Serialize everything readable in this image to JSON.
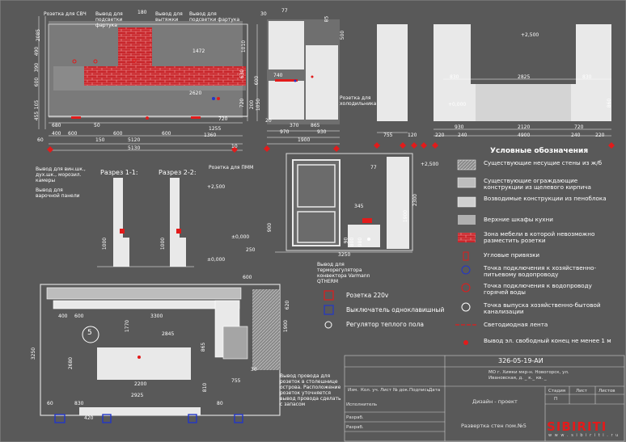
{
  "labels": {
    "rozetka_svch": "Розетка для СВЧ",
    "vyvod_podsvetki_fartuka_1": "Вывод для подсветки фартука",
    "vyvod_vytyazhki": "Вывод для вытяжки",
    "vyvod_podsvetki_fartuka_2": "Вывод для подсветки фартука",
    "rozetka_holodilnika": "Розетка для холодильника",
    "rozetka_pmm": "Розетка для ПММ",
    "vyvod_vin_shk": "Вывод для вин.шк., дух.шк., морозил. камеры",
    "vyvod_varochnoi": "Вывод для варочной панели",
    "razrez_1": "Разрез 1-1:",
    "razrez_2": "Разрез 2-2:",
    "vyvod_termoregulyatora": "Вывод для терморегулятора конвектора Varmann QTHERM",
    "vyvod_provoda": "Вывод провода для розеток в столешнице острова. Расположение розеток уточняется вывод провода сделать с запасом",
    "room_number": "5"
  },
  "dims": {
    "d_180": "180",
    "d_2085": "2085",
    "d_490": "490",
    "d_390": "390",
    "d_600": "600",
    "d_105": "105",
    "d_455": "455",
    "d_1472": "1472",
    "d_630": "630",
    "d_1010": "1010",
    "d_720": "720",
    "d_200": "200",
    "d_2620": "2620",
    "d_1050": "1050",
    "d_680": "680",
    "d_400": "400",
    "d_600b": "600",
    "d_600c": "600",
    "d_600d": "600",
    "d_720b": "720",
    "d_1255": "1255",
    "d_1360": "1360",
    "d_150": "150",
    "d_5120": "5120",
    "d_5130": "5130",
    "d_10": "10",
    "d_60": "60",
    "d_50": "50",
    "e2_30": "30",
    "e2_77": "77",
    "e2_85": "85",
    "e2_500": "500",
    "e2_740": "740",
    "e2_600": "600",
    "e2_370": "370",
    "e2_865": "865",
    "e2_970": "970",
    "e2_930": "930",
    "e2_1900": "1900",
    "e2_20": "20",
    "e3_755": "755",
    "e3_120": "120",
    "e3_2500": "+2,500",
    "e3_830": "830",
    "e3_2825": "2825",
    "e3_830b": "830",
    "e3_860": "860",
    "e3_000": "+0,000",
    "e3_220": "220",
    "e3_930": "930",
    "e3_2120": "2120",
    "e3_720": "720",
    "e3_240": "240",
    "e3_4900": "4900",
    "e3_240b": "240",
    "e3_220b": "220",
    "r_2500": "+2,500",
    "r_000": "±0,000",
    "r_1000": "1000",
    "r_1000b": "1000",
    "e4_77": "77",
    "e4_2500": "+2,500",
    "e4_345": "345",
    "e4_900": "900",
    "e4_1900": "1900",
    "e4_2300": "2300",
    "e4_000": "±0,000",
    "e4_250": "250",
    "e4_3250": "3250",
    "e4_90": "90",
    "e4_800": "800",
    "e4_980": "980",
    "p_600": "600",
    "p_400": "400",
    "p_600b": "600",
    "p_3300": "3300",
    "p_620": "620",
    "p_1770": "1770",
    "p_2845": "2845",
    "p_865": "865",
    "p_3250": "3250",
    "p_2680": "2680",
    "p_2200": "2200",
    "p_810": "810",
    "p_1900": "1900",
    "p_755": "755",
    "p_30": "30",
    "p_830": "830",
    "p_2925": "2925",
    "p_420": "420",
    "p_80": "80",
    "p_60": "60"
  },
  "legend": {
    "title": "Условные обозначения",
    "items": [
      "Существующие несущие стены из ж/б",
      "Существующие ограждающие конструкции из щелевого кирпича",
      "Возводимые конструкции из пеноблока",
      "Верхние шкафы кухни",
      "Зона мебели в которой невозможно разместить розетки",
      "Угловые привязки",
      "Точка подключения к хозяйственно-питьевому водопроводу",
      "Точка подключения к водопроводу горячей воды",
      "Точка выпуска хозяйственно-бытовой канализации",
      "Светодиодная лента",
      "Вывод эл. свободный конец не менее 1 м"
    ]
  },
  "plan_legend": {
    "socket": "Розетка 220v",
    "switch": "Выключатель одноклавишный",
    "floor": "Регулятор теплого пола"
  },
  "title_block": {
    "code": "326-05-19-АИ",
    "address": "МО г. Химки мкр-н. Новогорск, ул. Ивановская, д. _ к._ кв. _",
    "col_izm": "Изм.",
    "col_kol": "Кол. уч.",
    "col_list": "Лист",
    "col_ndok": "№ док.",
    "col_podp": "Подпись",
    "col_data": "Дата",
    "design": "Дизайн - проект",
    "stage_h": "Стадия",
    "sheet_h": "Лист",
    "sheets_h": "Листов",
    "stage": "П",
    "ispolnitel": "Исполнитель",
    "razrab": "Разраб.",
    "razrab2": "Разраб.",
    "drawing_name": "Развертка стен пом.№5"
  },
  "brand": {
    "name": "SIBIRITI",
    "url": "w w w . s i b i r i t i . r u"
  },
  "colors": {
    "background": "#595959",
    "brick": "#c8262b",
    "wall": "#e9e9e9",
    "dim_line": "#ffffff",
    "accent_red": "#e21b1b",
    "accent_blue": "#2236c9"
  }
}
